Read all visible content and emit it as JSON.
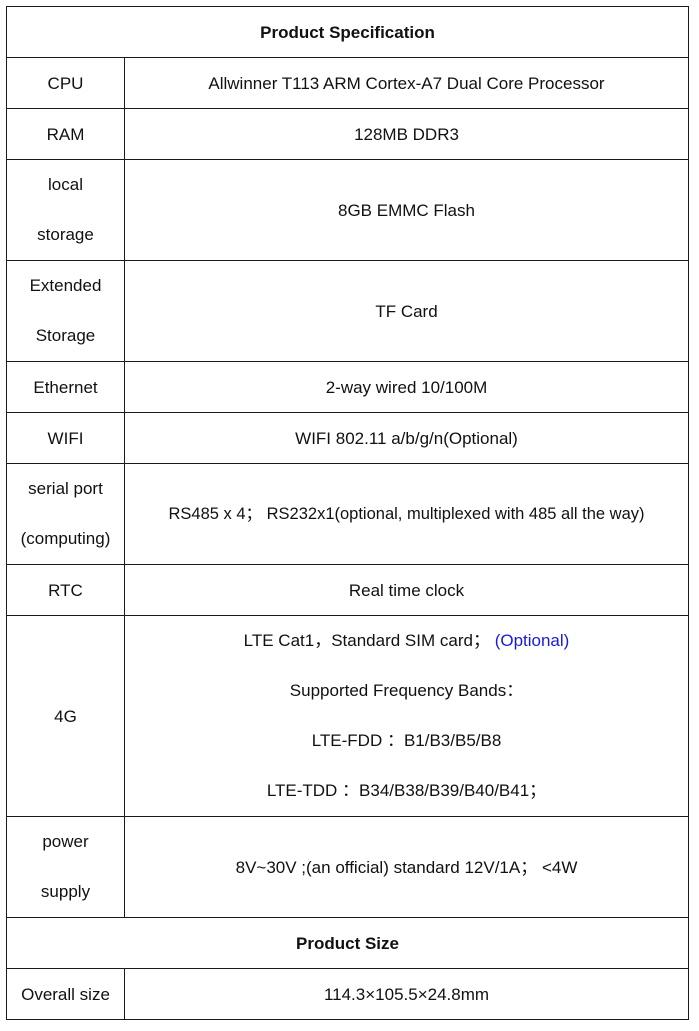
{
  "sections": {
    "spec_title": "Product Specification",
    "size_title": "Product Size"
  },
  "specs": {
    "cpu": {
      "label": "CPU",
      "value": "Allwinner T113 ARM Cortex-A7 Dual Core Processor"
    },
    "ram": {
      "label": "RAM",
      "value": "128MB DDR3"
    },
    "local_storage": {
      "label_line1": "local",
      "label_line2": "storage",
      "value": "8GB EMMC Flash"
    },
    "extended_storage": {
      "label_line1": "Extended",
      "label_line2": "Storage",
      "value": "TF Card"
    },
    "ethernet": {
      "label": "Ethernet",
      "value": "2-way wired 10/100M"
    },
    "wifi": {
      "label": "WIFI",
      "value": "WIFI 802.11 a/b/g/n(Optional)"
    },
    "serial_port": {
      "label_line1": "serial port",
      "label_line2": "(computing)",
      "value": "RS485 x 4；  RS232x1(optional, multiplexed with 485 all the way)"
    },
    "rtc": {
      "label": "RTC",
      "value": "Real time clock"
    },
    "lte": {
      "label": "4G",
      "line1_main": "LTE Cat1，Standard SIM card；",
      "line1_optional": "(Optional)",
      "line2": "Supported Frequency Bands：",
      "line3": "LTE-FDD  ：B1/B3/B5/B8",
      "line4": "LTE-TDD  ：B34/B38/B39/B40/B41；",
      "optional_color": "#1a1adb"
    },
    "power_supply": {
      "label_line1": "power",
      "label_line2": "supply",
      "value": "8V~30V ;(an official) standard 12V/1A；  <4W"
    }
  },
  "size": {
    "overall": {
      "label": "Overall size",
      "value": "114.3×105.5×24.8mm"
    }
  }
}
